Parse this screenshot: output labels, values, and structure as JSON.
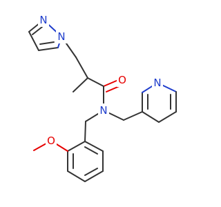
{
  "colors": {
    "background": "#ffffff",
    "bond": "#333333",
    "nitrogen": "#1f3dcc",
    "oxygen": "#e60000"
  },
  "atoms": {
    "pyrazole_n2": "N",
    "pyrazole_n1": "N",
    "carbonyl_o": "O",
    "amide_n": "N",
    "pyridine_n": "N",
    "methoxy_o": "O"
  }
}
